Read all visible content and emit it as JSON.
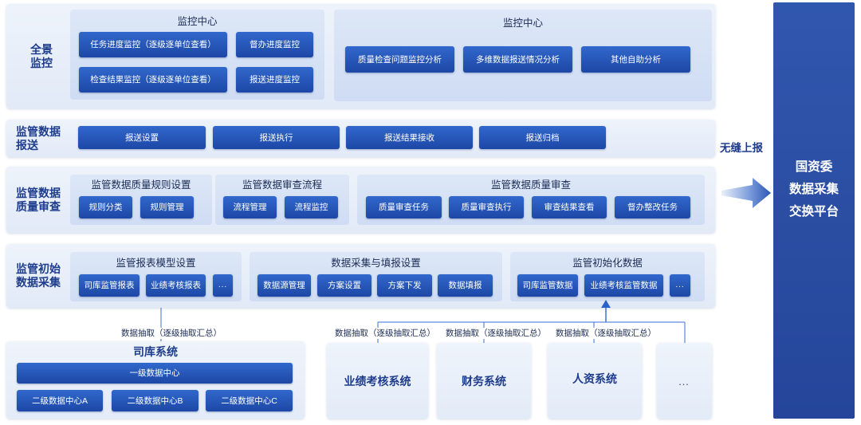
{
  "colors": {
    "button_top": "#3168cc",
    "button_bottom": "#1d47a6",
    "label": "#1e3c8c",
    "platform": "#2b4ea3"
  },
  "panorama": {
    "label": "全景\n监控",
    "monitor_left": {
      "title": "监控中心",
      "buttons": [
        "任务进度监控（逐级逐单位查看）",
        "督办进度监控",
        "检查结果监控（逐级逐单位查看）",
        "报送进度监控"
      ]
    },
    "monitor_right": {
      "title": "监控中心",
      "buttons": [
        "质量检查问题监控分析",
        "多维数据报送情况分析",
        "其他自助分析"
      ]
    }
  },
  "reporting": {
    "label": "监管数据\n报送",
    "buttons": [
      "报送设置",
      "报送执行",
      "报送结果接收",
      "报送归档"
    ]
  },
  "quality": {
    "label": "监管数据\n质量审查",
    "groups": [
      {
        "title": "监管数据质量规则设置",
        "buttons": [
          "规则分类",
          "规则管理"
        ]
      },
      {
        "title": "监管数据审查流程",
        "buttons": [
          "流程管理",
          "流程监控"
        ]
      },
      {
        "title": "监管数据质量审查",
        "buttons": [
          "质量审查任务",
          "质量审查执行",
          "审查结果查看",
          "督办整改任务"
        ]
      }
    ]
  },
  "collection": {
    "label": "监管初始\n数据采集",
    "groups": [
      {
        "title": "监管报表模型设置",
        "buttons": [
          "司库监管报表",
          "业绩考核报表",
          "..."
        ]
      },
      {
        "title": "数据采集与填报设置",
        "buttons": [
          "数据源管理",
          "方案设置",
          "方案下发",
          "数据填报"
        ]
      },
      {
        "title": "监管初始化数据",
        "buttons": [
          "司库监管数据",
          "业绩考核监管数据",
          "..."
        ]
      }
    ]
  },
  "extraction_labels": [
    "数据抽取（逐级抽取汇总）",
    "数据抽取（逐级抽取汇总）",
    "数据抽取（逐级抽取汇总）",
    "数据抽取（逐级抽取汇总）"
  ],
  "sources": {
    "treasury": {
      "title": "司库系统",
      "level1": "一级数据中心",
      "level2": [
        "二级数据中心A",
        "二级数据中心B",
        "二级数据中心C"
      ]
    },
    "others": [
      "业绩考核系统",
      "财务系统",
      "人资系统",
      "…"
    ]
  },
  "upload_label": "无缝上报",
  "platform": "国资委\n数据采集\n交换平台"
}
